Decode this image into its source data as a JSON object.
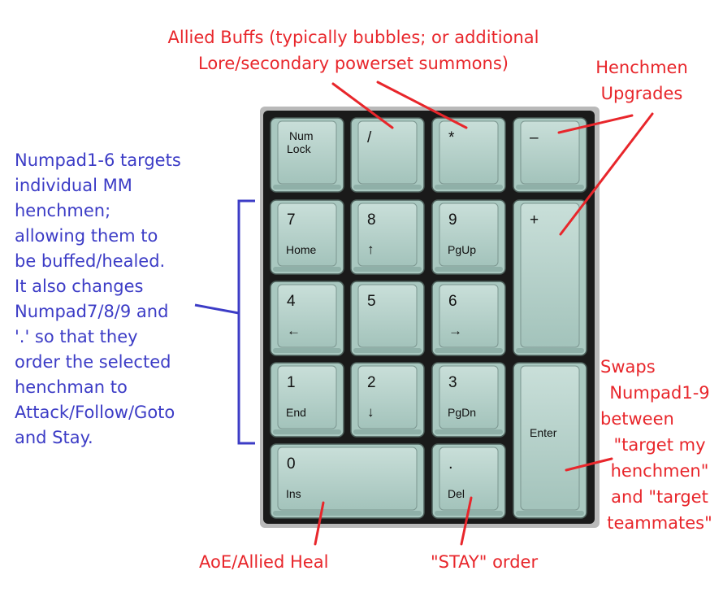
{
  "annotations": {
    "allied_buffs": {
      "lines": [
        "Allied Buffs (typically bubbles; or additional",
        "Lore/secondary powerset summons)"
      ],
      "color": "#e8262b"
    },
    "henchmen_upgrades": {
      "lines": [
        "Henchmen",
        "Upgrades"
      ],
      "color": "#e8262b"
    },
    "numpad_targets": {
      "lines": [
        "Numpad1-6 targets",
        "individual MM",
        "henchmen;",
        "allowing them to",
        "be buffed/healed.",
        "It also changes",
        "Numpad7/8/9 and",
        "'.' so that they",
        "order the selected",
        "henchman to",
        "Attack/Follow/Goto",
        "and Stay."
      ],
      "color": "#3c3cc6"
    },
    "swaps": {
      "lines": [
        "Swaps",
        "Numpad1-9",
        "between",
        "\"target my",
        "henchmen\"",
        "and \"target",
        "teammates\""
      ],
      "color": "#e8262b"
    },
    "aoe_heal": {
      "text": "AoE/Allied Heal",
      "color": "#e8262b"
    },
    "stay_order": {
      "text": "\"STAY\" order",
      "color": "#e8262b"
    }
  },
  "keypad": {
    "key_color": "#a9c8c0",
    "key_face_color": "#bcd6cf",
    "frame_color": "#1a1a1a",
    "keys": {
      "numlock": {
        "line1": "Num",
        "line2": "Lock"
      },
      "divide": {
        "main": "/"
      },
      "multiply": {
        "main": "*"
      },
      "minus": {
        "main": "–"
      },
      "k7": {
        "main": "7",
        "sub": "Home"
      },
      "k8": {
        "main": "8",
        "sub": "↑"
      },
      "k9": {
        "main": "9",
        "sub": "PgUp"
      },
      "plus": {
        "main": "+"
      },
      "k4": {
        "main": "4",
        "sub": "←"
      },
      "k5": {
        "main": "5"
      },
      "k6": {
        "main": "6",
        "sub": "→"
      },
      "k1": {
        "main": "1",
        "sub": "End"
      },
      "k2": {
        "main": "2",
        "sub": "↓"
      },
      "k3": {
        "main": "3",
        "sub": "PgDn"
      },
      "enter": {
        "main": "Enter"
      },
      "k0": {
        "main": "0",
        "sub": "Ins"
      },
      "dot": {
        "main": ".",
        "sub": "Del"
      }
    }
  }
}
